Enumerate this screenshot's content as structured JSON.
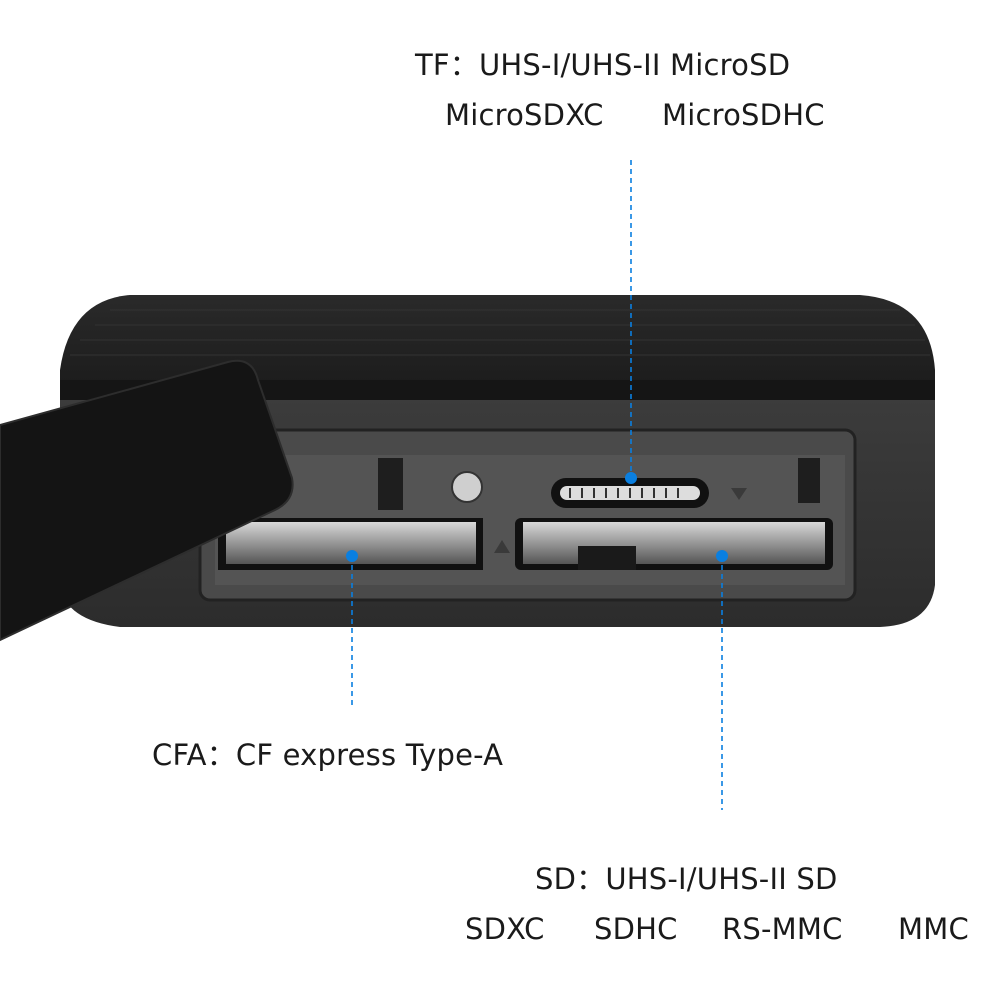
{
  "callouts": {
    "tf": {
      "line1": "TF：UHS-I/UHS-II MicroSD",
      "items": [
        "MicroSDXC",
        "MicroSDHC"
      ]
    },
    "cfa": {
      "line1": "CFA：CF express Type-A"
    },
    "sd": {
      "line1": "SD：UHS-I/UHS-II SD",
      "items": [
        "SDXC",
        "SDHC",
        "RS-MMC",
        "MMC"
      ]
    }
  },
  "colors": {
    "accent": "#0a7fe0",
    "device": "#3a3a3a",
    "text": "#1a1a1a"
  }
}
